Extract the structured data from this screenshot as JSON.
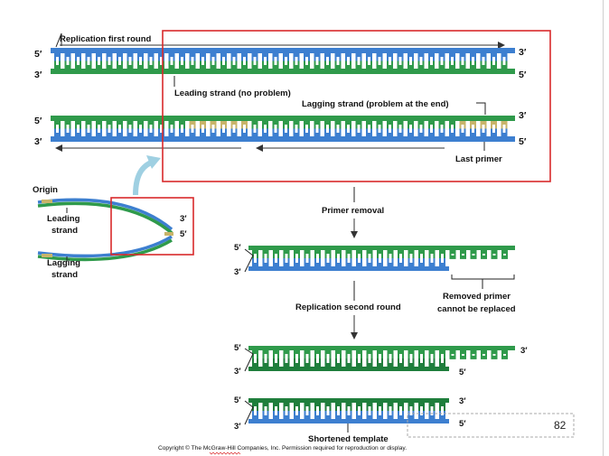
{
  "colors": {
    "blue_strand": "#3d7fd0",
    "green_strand": "#2f9a4b",
    "green_dark": "#1f7e3c",
    "primer": "#c8b46a",
    "highlight_box": "#d9292b",
    "arrow_curved": "#9fd0e2"
  },
  "panel_top": {
    "title": "Replication first round",
    "five_prime": "5′",
    "three_prime": "3′",
    "leading_label": "Leading strand (no problem)",
    "lagging_label": "Lagging strand (problem at the end)",
    "last_primer_label": "Last primer"
  },
  "origin": {
    "title": "Origin",
    "leading": [
      "Leading",
      "strand"
    ],
    "lagging": [
      "Lagging",
      "strand"
    ],
    "three_prime": "3′",
    "five_prime": "5′"
  },
  "steps": {
    "primer_removal": "Primer removal",
    "removed_primer": [
      "Removed primer",
      "cannot be replaced"
    ],
    "second_round": "Replication second round",
    "shortened": "Shortened template"
  },
  "footer": {
    "copyright": "Copyright © The McGraw-Hill Companies, Inc. Permission required for reproduction or display.",
    "page_number": "82"
  }
}
